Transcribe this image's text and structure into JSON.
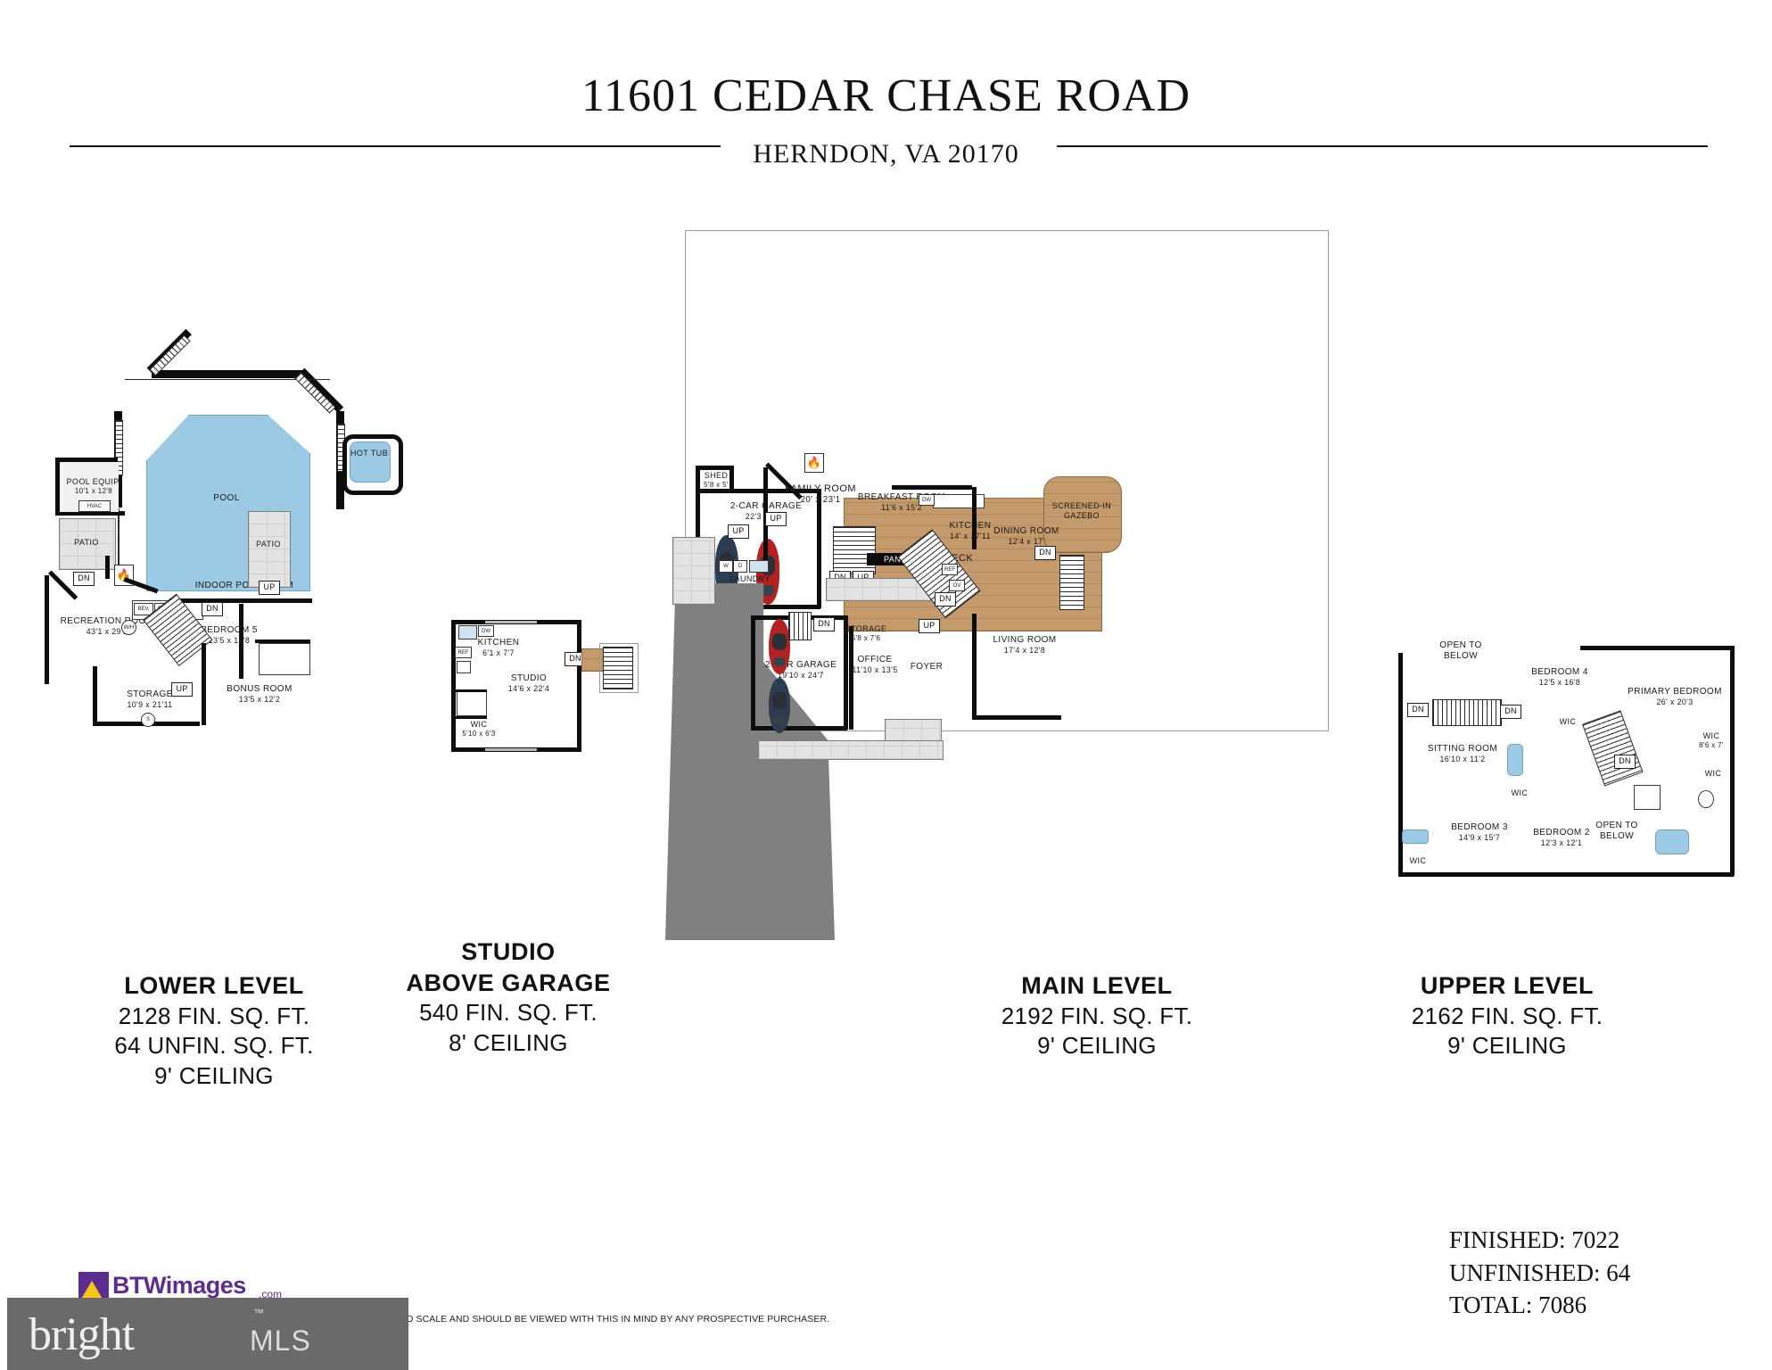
{
  "header": {
    "title": "11601 CEDAR CHASE ROAD",
    "subtitle": "HERNDON, VA 20170"
  },
  "levels": [
    {
      "id": "lower",
      "name": "LOWER LEVEL",
      "lines": [
        "2128 FIN. SQ. FT.",
        "64 UNFIN. SQ. FT.",
        "9' CEILING"
      ],
      "rooms": [
        {
          "name": "POOL",
          "dim": ""
        },
        {
          "name": "HOT TUB",
          "dim": ""
        },
        {
          "name": "POOL EQUIP.",
          "dim": "10'1 x 12'8"
        },
        {
          "name": "PATIO",
          "dim": ""
        },
        {
          "name": "PATIO",
          "dim": ""
        },
        {
          "name": "INDOOR POOL ROOM",
          "dim": ""
        },
        {
          "name": "RECREATION ROOM",
          "dim": "43'1 x 29'1"
        },
        {
          "name": "BEDROOM 5",
          "dim": "13'5 x 15'8"
        },
        {
          "name": "STORAGE",
          "dim": "10'9 x 21'11"
        },
        {
          "name": "BONUS ROOM",
          "dim": "13'5 x 12'2"
        }
      ],
      "tags": [
        "HVAC",
        "W/H",
        "BEV.",
        "REF",
        "UP",
        "DN",
        "DN",
        "S"
      ]
    },
    {
      "id": "studio",
      "name": "STUDIO",
      "name2": "ABOVE GARAGE",
      "lines": [
        "540 FIN. SQ. FT.",
        "8' CEILING"
      ],
      "rooms": [
        {
          "name": "KITCHEN",
          "dim": "6'1 x 7'7"
        },
        {
          "name": "STUDIO",
          "dim": "14'6 x 22'4"
        },
        {
          "name": "WIC",
          "dim": "5'10 x 6'3"
        }
      ],
      "tags": [
        "DW",
        "REF",
        "DN",
        "DN",
        "D"
      ]
    },
    {
      "id": "main",
      "name": "MAIN LEVEL",
      "lines": [
        "2192 FIN. SQ. FT.",
        "9' CEILING"
      ],
      "rooms": [
        {
          "name": "SHED",
          "dim": "5'8 x 5'"
        },
        {
          "name": "2-CAR GARAGE",
          "dim": "22'3 x 22'4"
        },
        {
          "name": "2-CAR GARAGE",
          "dim": "19'10 x 24'7"
        },
        {
          "name": "FAMILY ROOM",
          "dim": "20' x 23'1"
        },
        {
          "name": "BREAKFAST ROOM",
          "dim": "11'6 x 15'2"
        },
        {
          "name": "KITCHEN",
          "dim": "14' x 17'11"
        },
        {
          "name": "DINING ROOM",
          "dim": "12'4 x 17'"
        },
        {
          "name": "LIVING ROOM",
          "dim": "17'4 x 12'8"
        },
        {
          "name": "OFFICE",
          "dim": "11'10 x 13'5"
        },
        {
          "name": "STORAGE",
          "dim": "5'8 x 7'6"
        },
        {
          "name": "FOYER",
          "dim": ""
        },
        {
          "name": "PANTRY",
          "dim": ""
        },
        {
          "name": "LAUNDRY",
          "dim": ""
        },
        {
          "name": "DECK",
          "dim": ""
        },
        {
          "name": "SCREENED-IN GAZEBO",
          "dim": ""
        }
      ],
      "tags": [
        "UP",
        "UP",
        "UP",
        "DN",
        "DN",
        "DN",
        "DN",
        "DN",
        "DW",
        "REF",
        "OV",
        "W",
        "D"
      ]
    },
    {
      "id": "upper",
      "name": "UPPER LEVEL",
      "lines": [
        "2162 FIN. SQ. FT.",
        "9' CEILING"
      ],
      "rooms": [
        {
          "name": "OPEN TO BELOW",
          "dim": ""
        },
        {
          "name": "OPEN TO BELOW",
          "dim": ""
        },
        {
          "name": "BEDROOM 4",
          "dim": "12'5 x 16'8"
        },
        {
          "name": "PRIMARY BEDROOM",
          "dim": "26' x 20'3"
        },
        {
          "name": "SITTING ROOM",
          "dim": "16'10 x 11'2"
        },
        {
          "name": "BEDROOM 3",
          "dim": "14'9 x 15'7"
        },
        {
          "name": "BEDROOM 2",
          "dim": "12'3 x 12'1"
        },
        {
          "name": "WIC",
          "dim": "8'6 x 7'"
        },
        {
          "name": "WIC",
          "dim": ""
        },
        {
          "name": "WIC",
          "dim": ""
        },
        {
          "name": "WIC",
          "dim": ""
        },
        {
          "name": "WIC",
          "dim": ""
        }
      ],
      "tags": [
        "DN",
        "DN",
        "DN"
      ]
    }
  ],
  "totals": {
    "finished": "FINISHED: 7022",
    "unfinished": "UNFINISHED: 64",
    "total": "TOTAL: 7086"
  },
  "footer": {
    "disclaimer": "ILLUSTRATIVE PURPOSE ONLY, AREA NOT TO SCALE AND SHOULD BE VIEWED WITH THIS IN MIND BY ANY PROSPECTIVE PURCHASER.",
    "btw_brand": "BTWimages",
    "btw_suffix": ".com",
    "mls_brand": "bright",
    "mls_suffix": "MLS",
    "mls_tm": "™"
  },
  "colors": {
    "pool": "#9cc9e3",
    "deck": "#c49a6c",
    "driveway": "#808080",
    "wall": "#0d0d0d",
    "brand_purple": "#5b2d8e",
    "mls_gray": "#6a6a6a"
  }
}
